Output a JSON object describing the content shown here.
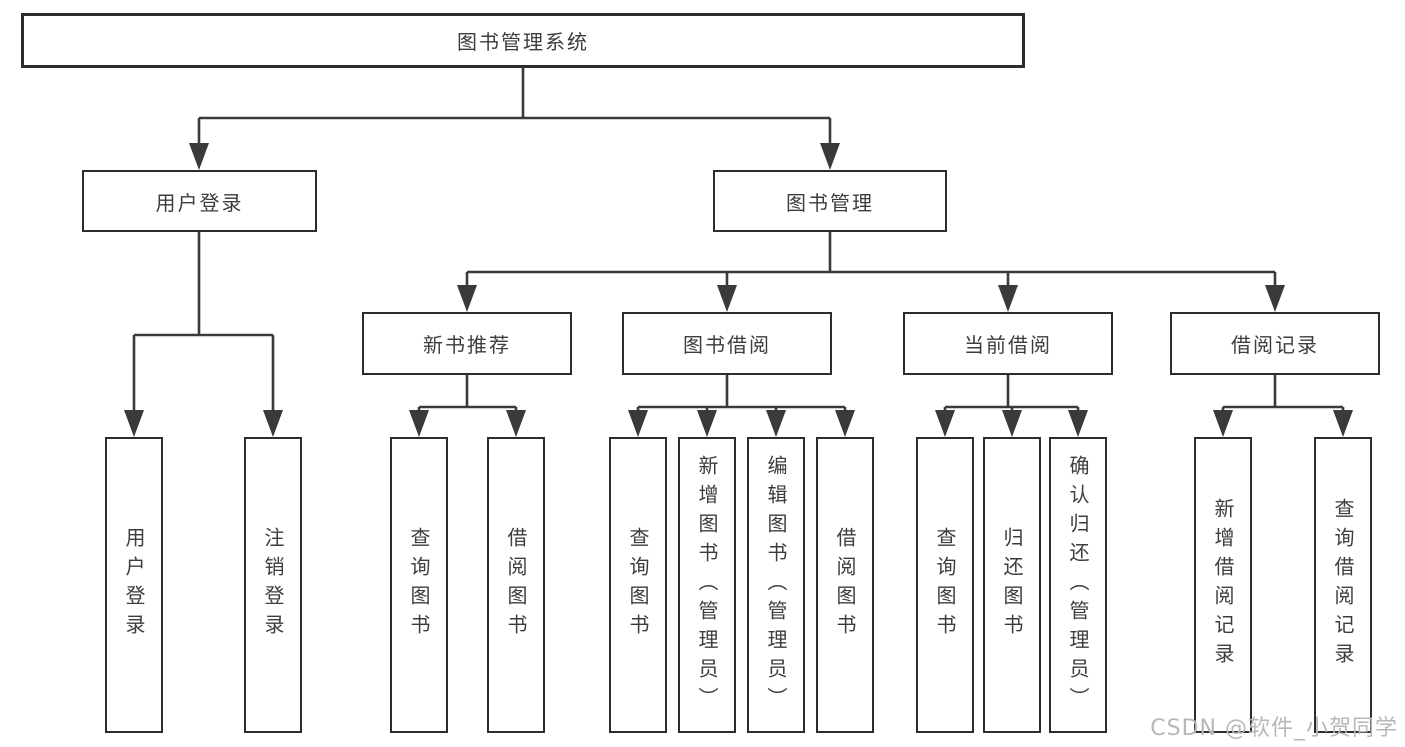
{
  "diagram": {
    "root": {
      "label": "图书管理系统"
    },
    "level2": [
      {
        "label": "用户登录"
      },
      {
        "label": "图书管理"
      }
    ],
    "level3": [
      {
        "label": "新书推荐"
      },
      {
        "label": "图书借阅"
      },
      {
        "label": "当前借阅"
      },
      {
        "label": "借阅记录"
      }
    ],
    "leaves": [
      {
        "label": "用户登录"
      },
      {
        "label": "注销登录"
      },
      {
        "label": "查询图书"
      },
      {
        "label": "借阅图书"
      },
      {
        "label": "查询图书"
      },
      {
        "label": "新增图书（管理员）"
      },
      {
        "label": "编辑图书（管理员）"
      },
      {
        "label": "借阅图书"
      },
      {
        "label": "查询图书"
      },
      {
        "label": "归还图书"
      },
      {
        "label": "确认归还（管理员）"
      },
      {
        "label": "新增借阅记录"
      },
      {
        "label": "查询借阅记录"
      }
    ]
  },
  "watermark": "CSDN @软件_小贺同学",
  "colors": {
    "line": "#3a3a3a",
    "border": "#2d2d2d",
    "text": "#3d3d3d",
    "watermark": "#b7b7b7",
    "background": "#ffffff"
  }
}
